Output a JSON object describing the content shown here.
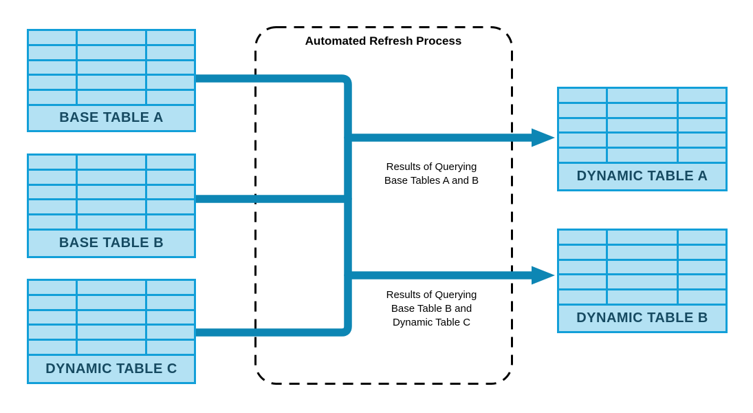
{
  "process": {
    "title": "Automated Refresh Process"
  },
  "tables": {
    "base_a": {
      "label": "BASE TABLE A"
    },
    "base_b": {
      "label": "BASE TABLE B"
    },
    "dynamic_c": {
      "label": "DYNAMIC TABLE C"
    },
    "dynamic_a": {
      "label": "DYNAMIC TABLE A"
    },
    "dynamic_b": {
      "label": "DYNAMIC TABLE B"
    }
  },
  "annotations": {
    "top_arrow": "Results of Querying\nBase Tables A and B",
    "bottom_arrow": "Results of Querying\nBase Table B and\nDynamic Table C"
  },
  "structure": {
    "grid_rows": 5,
    "grid_cols": 3
  },
  "colors": {
    "table_fill": "#b3e1f3",
    "table_border": "#129fd8",
    "connector": "#0d86b4",
    "label_text": "#164a61",
    "process_border": "#000000",
    "background": "#ffffff"
  }
}
